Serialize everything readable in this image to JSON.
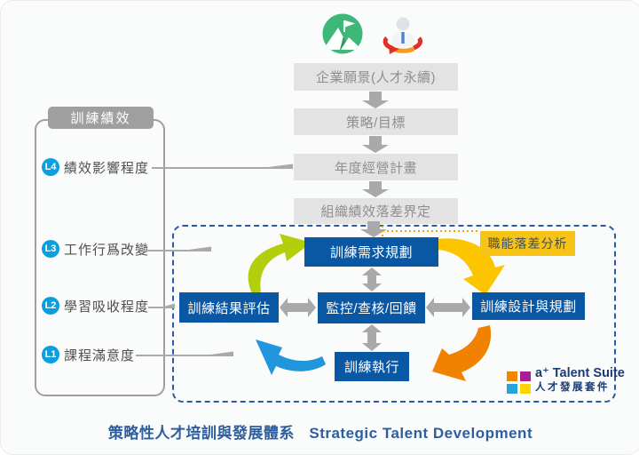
{
  "footer": {
    "title_zh": "策略性人才培訓與發展體系",
    "title_en": "Strategic Talent Development"
  },
  "vision_flow": [
    {
      "label": "企業願景(人才永續)"
    },
    {
      "label": "策略/目標"
    },
    {
      "label": "年度經營計畫"
    },
    {
      "label": "組織績效落差界定"
    }
  ],
  "training_performance": {
    "title": "訓練績效",
    "levels": [
      {
        "badge": "L4",
        "label": "績效影響程度"
      },
      {
        "badge": "L3",
        "label": "工作行爲改變"
      },
      {
        "badge": "L2",
        "label": "學習吸收程度"
      },
      {
        "badge": "L1",
        "label": "課程滿意度"
      }
    ]
  },
  "cycle": {
    "needs": "訓練需求規劃",
    "evaluation": "訓練結果評估",
    "monitor": "監控/查核/回饋",
    "design": "訓練設計與規劃",
    "execution": "訓練執行",
    "gap_analysis": "職能落差分析"
  },
  "logo": {
    "brand": "a⁺ Talent Suite",
    "brand_zh": "人才發展套件"
  },
  "icons": {
    "mission_icon": "flag-mountain",
    "talent_icon": "person-cycle"
  },
  "colors": {
    "primary_blue": "#0a57a4",
    "dashed_border": "#2a5aa5",
    "badge_blue": "#0aa0e0",
    "gray_box": "#e3e3e3",
    "gray_arrow": "#a9a9a9",
    "yellow_box": "#f6c316",
    "lime_arrow": "#b3cf0b",
    "yellow_arrow": "#fdc500",
    "orange_arrow": "#f08200",
    "blue_arrow": "#2196dd",
    "logo_orange": "#f18700",
    "logo_purple": "#a41e97",
    "logo_blue": "#29a3dd",
    "logo_yellow": "#ffd300",
    "title_blue": "#2e5e9e"
  }
}
